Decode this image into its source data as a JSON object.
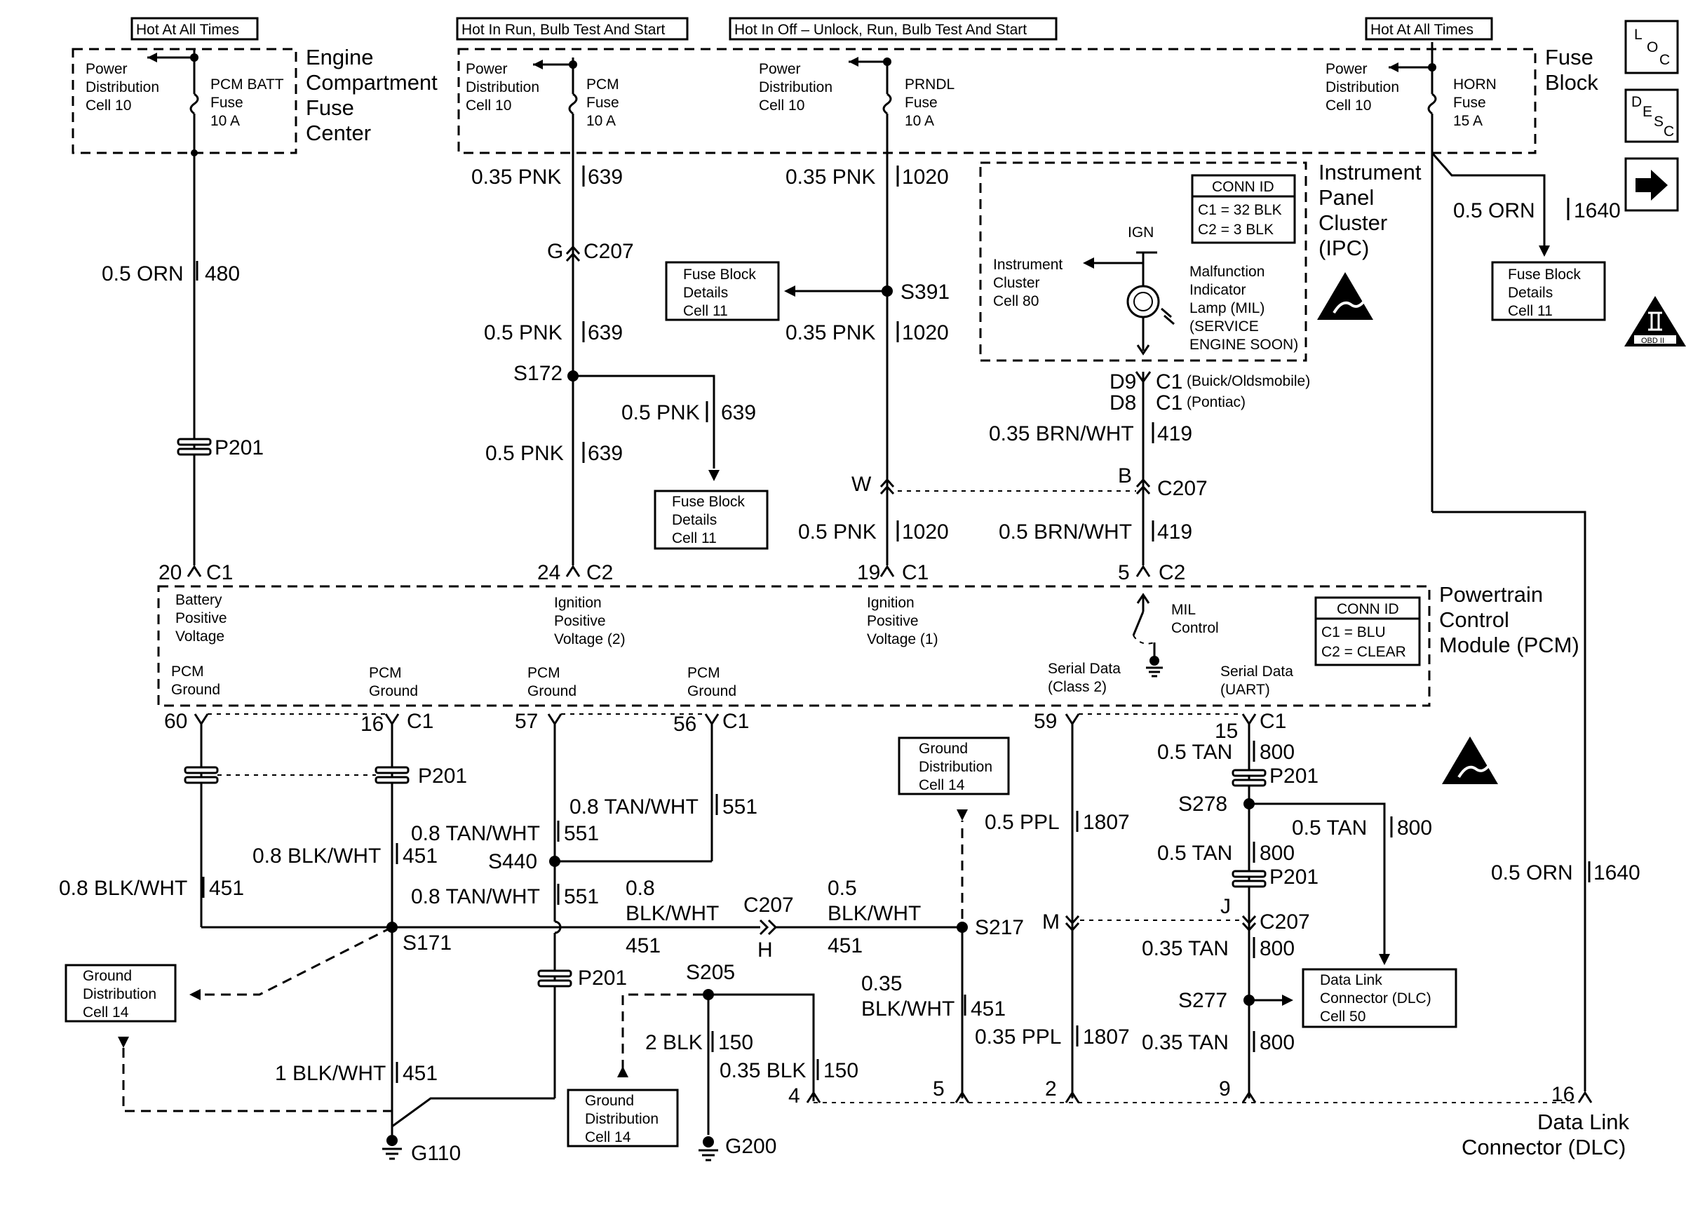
{
  "header_labels": [
    "Hot At All Times",
    "Hot In Run, Bulb Test And Start",
    "Hot In Off – Unlock, Run, Bulb Test And Start",
    "Hot At All Times"
  ],
  "fuse_centers": {
    "engine": [
      "Engine",
      "Compartment",
      "Fuse",
      "Center"
    ],
    "fuse_block": [
      "Fuse",
      "Block"
    ]
  },
  "fuses": [
    {
      "pd": [
        "Power",
        "Distribution",
        "Cell 10"
      ],
      "name": [
        "PCM BATT",
        "Fuse",
        "10 A"
      ]
    },
    {
      "pd": [
        "Power",
        "Distribution",
        "Cell 10"
      ],
      "name": [
        "PCM",
        "Fuse",
        "10 A"
      ]
    },
    {
      "pd": [
        "Power",
        "Distribution",
        "Cell 10"
      ],
      "name": [
        "PRNDL",
        "Fuse",
        "10 A"
      ]
    },
    {
      "pd": [
        "Power",
        "Distribution",
        "Cell 10"
      ],
      "name": [
        "HORN",
        "Fuse",
        "15 A"
      ]
    }
  ],
  "nav": {
    "loc": [
      "L",
      "O",
      "C"
    ],
    "desc": [
      "D",
      "E",
      "S",
      "C"
    ],
    "arrow": "next-arrow"
  },
  "ipc": {
    "title": [
      "Instrument",
      "Panel",
      "Cluster",
      "(IPC)"
    ],
    "conn_title": "CONN ID",
    "conn": [
      "C1 = 32 BLK",
      "C2 = 3 BLK"
    ],
    "ign": "IGN",
    "cell": [
      "Instrument",
      "Cluster",
      "Cell 80"
    ],
    "mil": [
      "Malfunction",
      "Indicator",
      "Lamp (MIL)",
      "(SERVICE",
      "ENGINE SOON)"
    ],
    "d9": "D9",
    "d8": "D8",
    "c1a": "C1",
    "c1b": "C1",
    "buick": "(Buick/Oldsmobile)",
    "pontiac": "(Pontiac)"
  },
  "pcm": {
    "title": [
      "Powertrain",
      "Control",
      "Module (PCM)"
    ],
    "conn_title": "CONN ID",
    "conn": [
      "C1 = BLU",
      "C2 = CLEAR"
    ],
    "batt": [
      "Battery",
      "Positive",
      "Voltage"
    ],
    "ign2": [
      "Ignition",
      "Positive",
      "Voltage (2)"
    ],
    "ign1": [
      "Ignition",
      "Positive",
      "Voltage (1)"
    ],
    "mil": [
      "MIL",
      "Control"
    ],
    "ser2": [
      "Serial Data",
      "(Class 2)"
    ],
    "seru": [
      "Serial Data",
      "(UART)"
    ],
    "gnd": [
      "PCM",
      "Ground"
    ]
  },
  "ref_boxes": {
    "fuse_block": [
      "Fuse Block",
      "Details",
      "Cell 11"
    ],
    "ground": [
      "Ground",
      "Distribution",
      "Cell 14"
    ],
    "dlc": [
      "Data Link",
      "Connector (DLC)",
      "Cell 50"
    ]
  },
  "wire_labels": [
    {
      "g": "0.5 ORN",
      "n": "480"
    },
    {
      "g": "0.35 PNK",
      "n": "639"
    },
    {
      "g": "0.5 PNK",
      "n": "639"
    },
    {
      "g": "0.5 PNK",
      "n": "639"
    },
    {
      "g": "0.5 PNK",
      "n": "639"
    },
    {
      "g": "0.35 PNK",
      "n": "1020"
    },
    {
      "g": "0.35 PNK",
      "n": "1020"
    },
    {
      "g": "0.5 PNK",
      "n": "1020"
    },
    {
      "g": "0.35 BRN/WHT",
      "n": "419"
    },
    {
      "g": "0.5 BRN/WHT",
      "n": "419"
    },
    {
      "g": "0.5 ORN",
      "n": "1640"
    },
    {
      "g": "0.5 ORN",
      "n": "1640"
    },
    {
      "g": "0.8 TAN/WHT",
      "n": "551"
    },
    {
      "g": "0.8 TAN/WHT",
      "n": "551"
    },
    {
      "g": "0.8 TAN/WHT",
      "n": "551"
    },
    {
      "g": "0.8 BLK/WHT",
      "n": "451"
    },
    {
      "g": "0.8 BLK/WHT",
      "n": "451"
    },
    {
      "g": "1 BLK/WHT",
      "n": "451"
    },
    {
      "g": "2 BLK",
      "n": "150"
    },
    {
      "g": "0.35 BLK",
      "n": "150"
    },
    {
      "g": "0.5 PPL",
      "n": "1807"
    },
    {
      "g": "0.35 PPL",
      "n": "1807"
    },
    {
      "g": "0.5 TAN",
      "n": "800"
    },
    {
      "g": "0.5 TAN",
      "n": "800"
    },
    {
      "g": "0.5 TAN",
      "n": "800"
    },
    {
      "g": "0.35 TAN",
      "n": "800"
    },
    {
      "g": "0.35 TAN",
      "n": "800"
    }
  ],
  "wire_split_labels": [
    [
      "0.8",
      "BLK/WHT"
    ],
    [
      "0.5",
      "BLK/WHT"
    ],
    [
      "0.35",
      "BLK/WHT"
    ]
  ],
  "split_nums": [
    "451",
    "451",
    "451"
  ],
  "connectors": {
    "P201": "P201",
    "C207": "C207",
    "C1": "C1",
    "C2": "C2",
    "G": "G",
    "W": "W",
    "B": "B",
    "M": "M",
    "J": "J",
    "H": "H",
    "S172": "S172",
    "S391": "S391",
    "S440": "S440",
    "S171": "S171",
    "S217": "S217",
    "S205": "S205",
    "S278": "S278",
    "S277": "S277",
    "G110": "G110",
    "G200": "G200"
  },
  "pins": [
    "20",
    "24",
    "19",
    "5",
    "60",
    "16",
    "57",
    "56",
    "59",
    "15",
    "4",
    "5",
    "2",
    "9",
    "16"
  ],
  "dlc_label": [
    "Data Link",
    "Connector (DLC)"
  ],
  "obd": "OBD II"
}
